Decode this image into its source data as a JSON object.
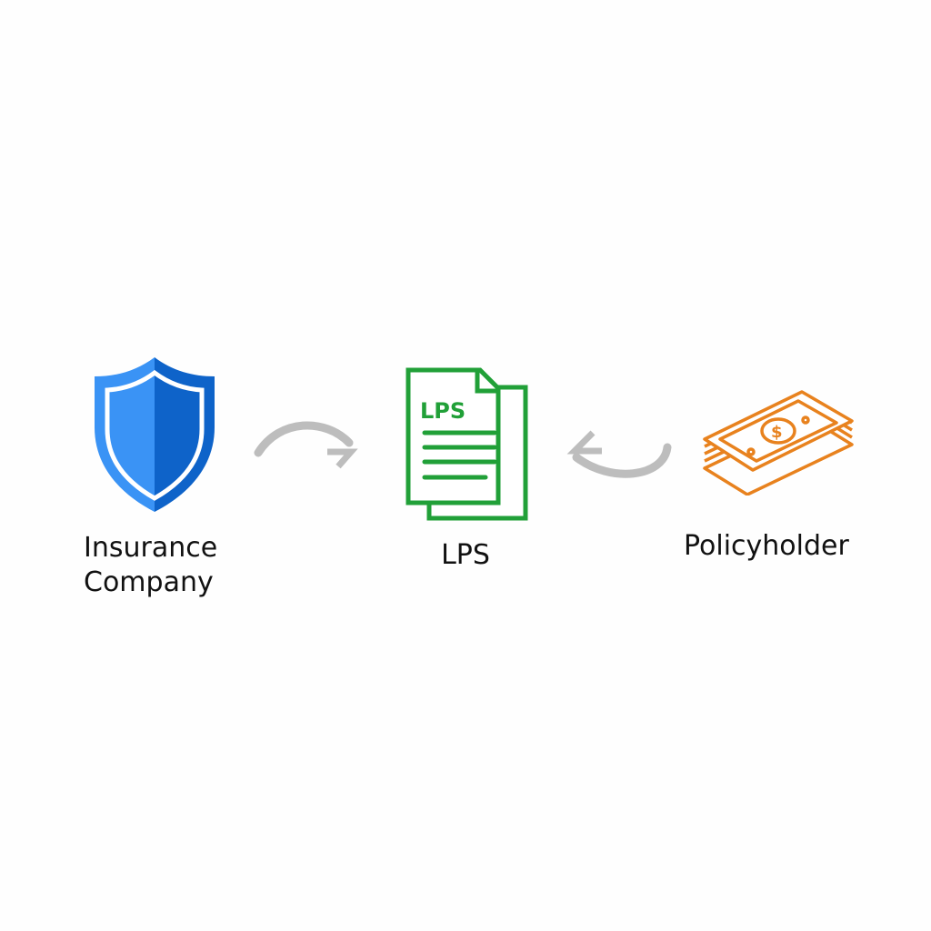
{
  "nodes": {
    "insurance": {
      "label_line1": "Insurance",
      "label_line2": "Company",
      "icon": "shield-icon",
      "color": "#1f77e0"
    },
    "lps": {
      "label": "LPS",
      "doc_text": "LPS",
      "icon": "document-icon",
      "color": "#21a038"
    },
    "policyholder": {
      "label": "Policyholder",
      "icon": "money-stack-icon",
      "color": "#e8821e"
    }
  },
  "arrows": [
    {
      "from": "Insurance Company",
      "to": "LPS",
      "color": "#bdbdbd"
    },
    {
      "from": "Policyholder",
      "to": "LPS",
      "color": "#bdbdbd"
    }
  ]
}
